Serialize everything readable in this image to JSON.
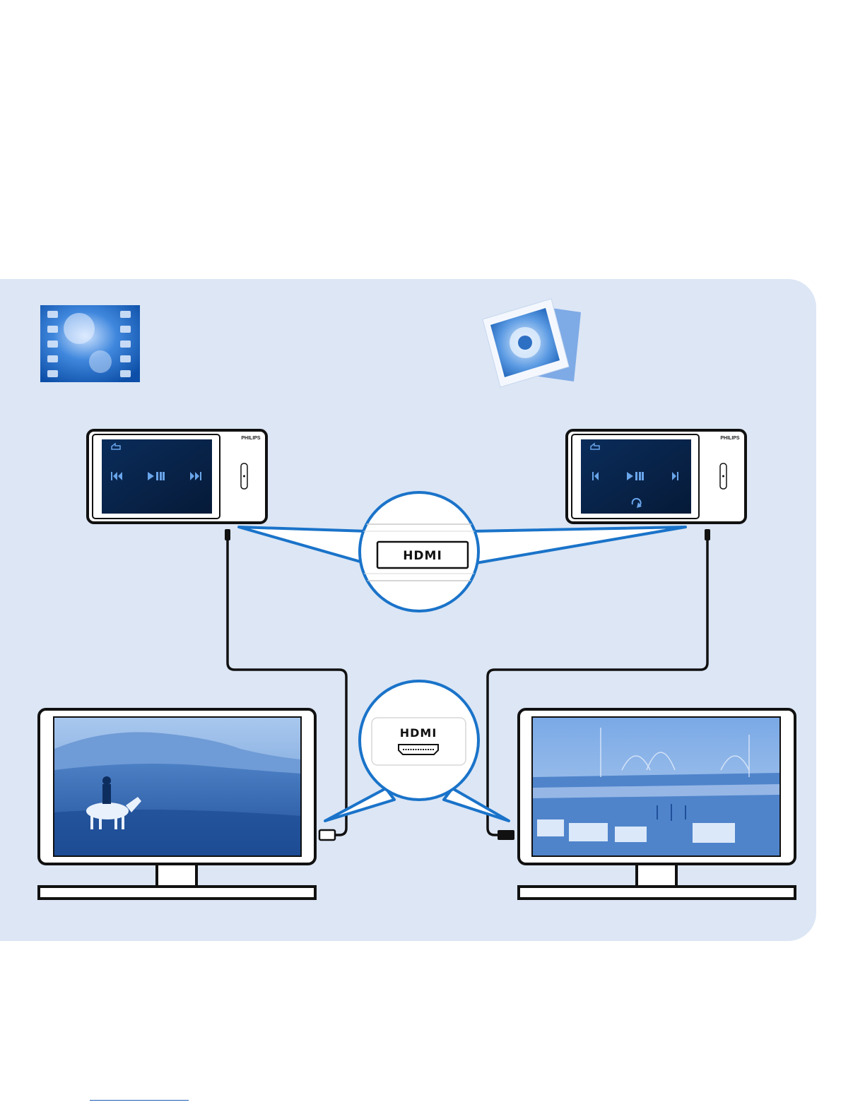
{
  "players": [
    {
      "brand": "PHILIPS",
      "mode": "video"
    },
    {
      "brand": "PHILIPS",
      "mode": "photo"
    }
  ],
  "callouts": {
    "top_label": "HDMI",
    "bottom_label": "HDMI"
  },
  "icons": {
    "video": "film-strip-icon",
    "photo": "photo-stack-icon"
  },
  "colors": {
    "accent": "#1a73c9",
    "panel": "#dce6f5",
    "image_tint": "#1f5fae"
  }
}
